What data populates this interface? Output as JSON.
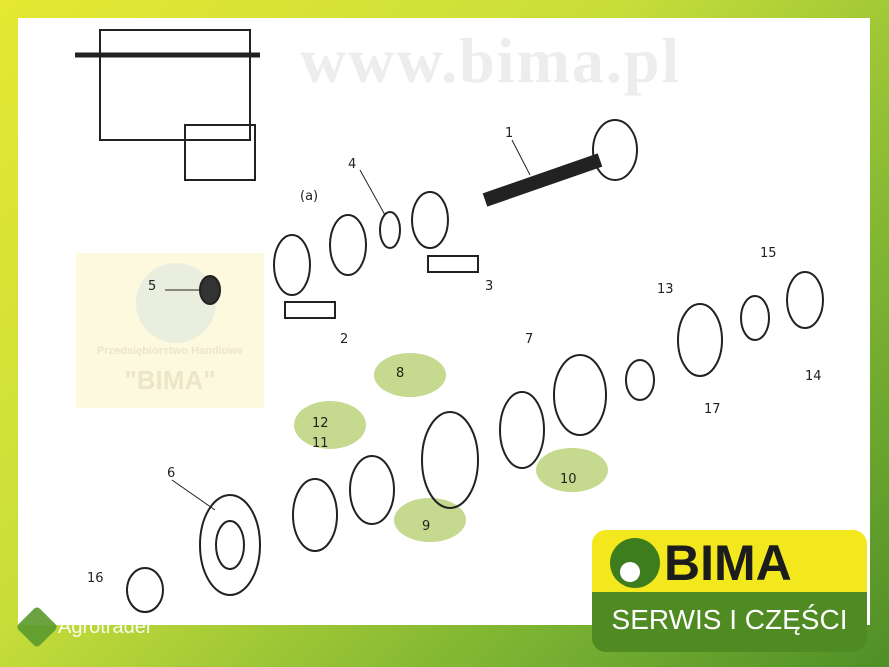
{
  "watermark": {
    "url": "www.bima.pl",
    "company_line": "Przedsiębiorstwo Handlowe",
    "company_name": "\"BIMA\""
  },
  "diagram": {
    "labels": [
      "1",
      "2",
      "3",
      "4",
      "5",
      "6",
      "7",
      "8",
      "9",
      "10",
      "11",
      "12",
      "13",
      "14",
      "15",
      "16",
      "17"
    ],
    "note": "(a)"
  },
  "logo": {
    "brand": "BIMA",
    "tagline": "SERWIS I CZĘŚCI"
  },
  "footer": {
    "site": "Agrotrader"
  },
  "colors": {
    "highlight": "#c5d98f",
    "logo_yellow": "#f3e81e",
    "logo_green": "#4f8a22"
  }
}
